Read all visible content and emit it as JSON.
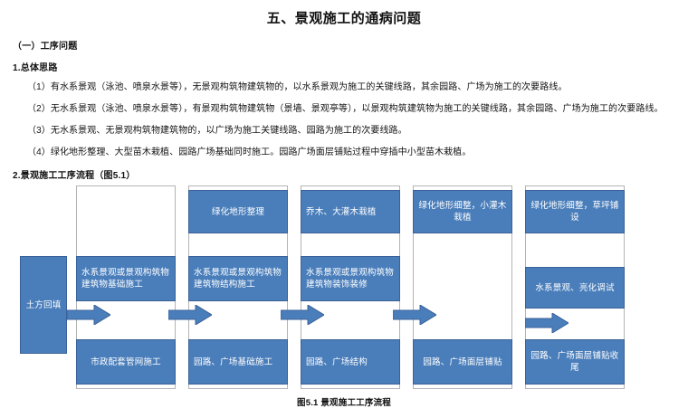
{
  "document": {
    "title": "五、景观施工的通病问题",
    "section_heading": "（一）工序问题",
    "subsection_heading": "1.总体思路",
    "paragraphs": [
      "（1）有水系景观（泳池、喷泉水景等），无景观构筑物建筑物的，以水系景观为施工的关键线路，其余园路、广场为施工的次要路线。",
      "（2）无水系景观（泳池、喷泉水景等），有景观构筑物建筑物（景墙、景观亭等），以景观构筑建筑物为施工的关键线路，其余园路、广场为施工的次要路线。",
      "（3）无水系景观、无景观构筑物建筑物的，以广场为施工关键线路、园路为施工的次要线路。",
      "（4）绿化地形整理、大型苗木栽植、园路广场基础同时施工。园路广场面层铺贴过程中穿插中小型苗木栽植。"
    ],
    "flow_heading": "2.景观施工工序流程（图5.1）"
  },
  "figure": {
    "caption": "图5.1 景观施工工序流程",
    "accent_color": "#4a7ebb",
    "border_color": "#3a6198",
    "frame_color": "#b4b4b4",
    "start_node": "土方回填",
    "columns": [
      {
        "id": "col1",
        "top": "",
        "middle": "水系景观或景观构筑物建筑物基础施工",
        "bottom": "市政配套管网施工"
      },
      {
        "id": "col2",
        "top": "绿化地形整理",
        "middle": "水系景观或景观构筑物建筑物结构施工",
        "bottom": "园路、广场基础施工"
      },
      {
        "id": "col3",
        "top": "乔木、大灌木栽植",
        "middle": "水系景观或景观构筑物建筑物装饰装修",
        "bottom": "园路、广场结构"
      },
      {
        "id": "col4",
        "top": "绿化地形细整，小灌木栽植",
        "middle": "",
        "bottom": "园路、广场面层铺贴"
      },
      {
        "id": "col5",
        "top": "绿化地形细整，草坪铺设",
        "middle": "水系景观、亮化调试",
        "bottom": "园路、广场面层铺贴收尾"
      }
    ],
    "arrow_count": 5
  }
}
